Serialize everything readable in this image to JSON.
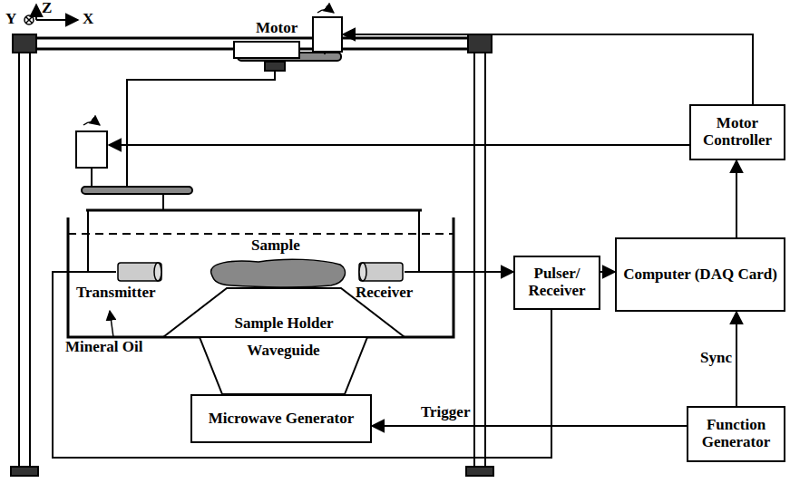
{
  "diagram": {
    "nodes": [
      {
        "text": [
          "Motor"
        ]
      },
      {
        "text": [
          "Motor Controller"
        ]
      },
      {
        "text": [
          "Sample"
        ]
      },
      {
        "text": [
          "Transmitter"
        ]
      },
      {
        "text": [
          "Receiver"
        ]
      },
      {
        "text": [
          "Computer (DAQ Card)"
        ]
      },
      {
        "text": [
          "Pulser/ Receiver"
        ]
      },
      {
        "text": [
          "Sample Holder"
        ]
      },
      {
        "text": [
          "Waveguide"
        ]
      },
      {
        "text": [
          "Microwave Generator"
        ]
      },
      {
        "text": [
          "Function Generator"
        ]
      }
    ],
    "edges": [
      {
        "from": 1,
        "to": 0,
        "arrow": "to"
      },
      {
        "from": 10,
        "to": 9,
        "label": "Trigger",
        "arrow": "to"
      },
      {
        "from": 4,
        "to": 6,
        "arrow": "to"
      },
      {
        "from": 6,
        "to": 5,
        "arrow": "to"
      },
      {
        "from": 5,
        "to": 1,
        "arrow": "to"
      },
      {
        "from": 10,
        "to": 5,
        "label": "Sync",
        "arrow": "to"
      },
      {
        "from": 6,
        "to": 3,
        "arrow": "none"
      }
    ],
    "labels": [
      "Z",
      "Y",
      "X",
      "Mineral Oil"
    ]
  }
}
